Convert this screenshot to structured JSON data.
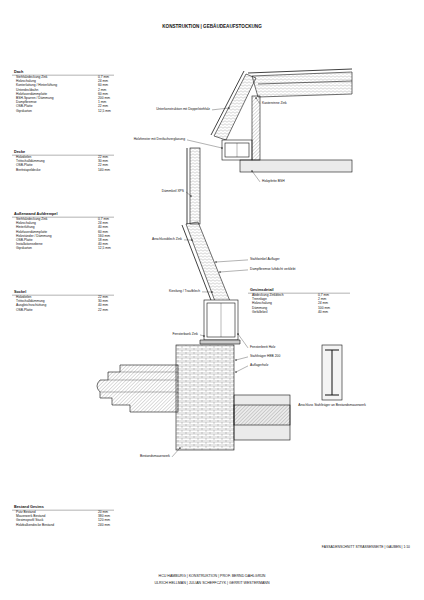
{
  "diagram": {
    "title": "KONSTRUKTION | GEBÄUDEAUFSTOCKUNG",
    "caption": "FASSADENSCHNITT STRASSENSEITE | GAUBEN | 1:10",
    "labels": [
      "Dach",
      "Stehfalzdeckung Zink",
      "0,7 mm",
      "Holzschalung",
      "24 mm",
      "Konterlattung / Hinterlüftung",
      "60 mm",
      "Unterdeckbahn",
      "2 mm",
      "Holzfaserdämmplatte",
      "60 mm",
      "BSH-Sparren / Dämmung",
      "200 mm",
      "Dampfbremse",
      "1 mm",
      "OSB-Platte",
      "22 mm",
      "Gipskarton",
      "12,5 mm",
      "Decke",
      "Holzdielen",
      "22 mm",
      "Trittschalldämmung",
      "30 mm",
      "OSB-Platte",
      "22 mm",
      "Brettstapeldecke",
      "140 mm",
      "Außenwand Aufdrempel",
      "Stehfalzdeckung Zink",
      "0,7 mm",
      "Holzschalung",
      "24 mm",
      "Hinterlüftung",
      "40 mm",
      "Holzfaserdämmplatte",
      "60 mm",
      "Holzständer / Dämmung",
      "160 mm",
      "OSB-Platte",
      "18 mm",
      "Installationsebene",
      "40 mm",
      "Gipskarton",
      "12,5 mm",
      "Sockel",
      "Holzdielen",
      "22 mm",
      "Trittschalldämmung",
      "30 mm",
      "Ausgleichsschüttung",
      "40 mm",
      "OSB-Platte",
      "22 mm",
      "Gesimsdetail",
      "Abdeckung Zinkblech",
      "0,7 mm",
      "Trennlage",
      "2 mm",
      "Holzschalung",
      "24 mm",
      "Dämmung",
      "100 mm",
      "Gefällekeil",
      "40 mm",
      "Bestand Gesims",
      "Putz Bestand",
      "20 mm",
      "Mauerwerk Bestand",
      "380 mm",
      "Gesimsprofil Stuck",
      "120 mm",
      "Holzbalkendecke Bestand",
      "240 mm",
      "Unterkonstruktion mit Doppelstehfalz",
      "Holzfenster mit Dreifachverglasung",
      "Dämmkeil XPS",
      "Anschlussblech Zink",
      "Kiesfang / Traufblech",
      "Fensterbank Zink",
      "Bestandsmauerwerk",
      "Holzpfette BSH",
      "Kastenrinne Zink",
      "Stahlwinkel Auflager",
      "Dampfbremse luftdicht verklebt",
      "Fensterbrett Holz",
      "Stahlträger HEB 200",
      "Auflagerholz",
      "Anschluss Stahlträger an Bestandsmauerwerk",
      "HCU HAMBURG | KONSTRUKTION | PROF. BERND DAHLGRÜN",
      "ULRICH HELLMAN | JULIAN SCHEFFCZYK | GERRIT WESTERMANN"
    ]
  }
}
